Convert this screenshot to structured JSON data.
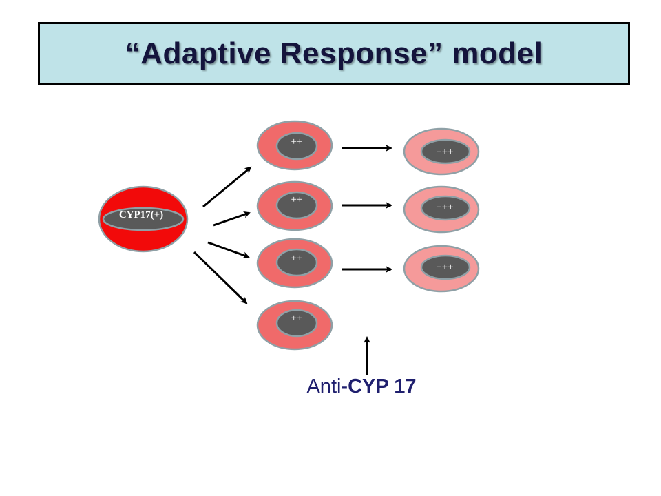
{
  "title": "“Adaptive Response” model",
  "parent_cell": {
    "label": "CYP17(+)",
    "color": "#f20a0a"
  },
  "daughter_cells": [
    {
      "label": "++"
    },
    {
      "label": "++"
    },
    {
      "label": "++"
    },
    {
      "label": "++"
    }
  ],
  "adapted_cells": [
    {
      "label": "+++"
    },
    {
      "label": "+++"
    },
    {
      "label": "+++"
    }
  ],
  "drug": {
    "prefix": "Anti-",
    "name": "CYP 17"
  },
  "colors": {
    "title_bg": "#bfe3e8",
    "daughter_cell": "#f06a6a",
    "adapted_cell": "#f59a9a",
    "nucleus": "#595959",
    "outline": "#8fa0a6"
  }
}
